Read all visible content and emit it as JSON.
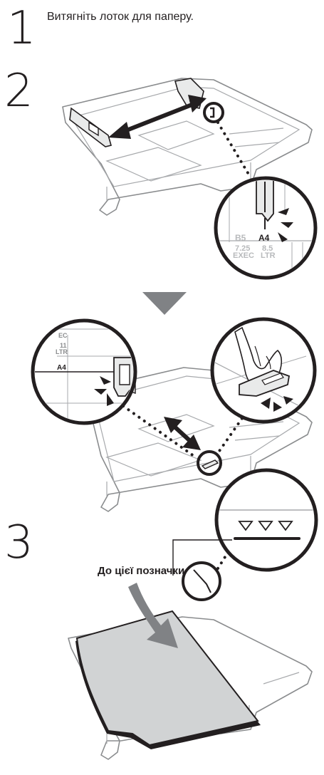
{
  "steps": [
    {
      "number": "1",
      "text": "Витягніть лоток для паперу."
    },
    {
      "number": "2"
    },
    {
      "number": "3",
      "callout": "До цієї позначки"
    }
  ],
  "zoom_labels": {
    "b5": "B5",
    "a4": "A4",
    "exec_num": "7.25",
    "exec": "EXEC",
    "ltr_num": "8.5",
    "ltr": "LTR",
    "ec": "EC",
    "eleven": "11",
    "ltr2": "LTR",
    "a4_side": "A4"
  }
}
